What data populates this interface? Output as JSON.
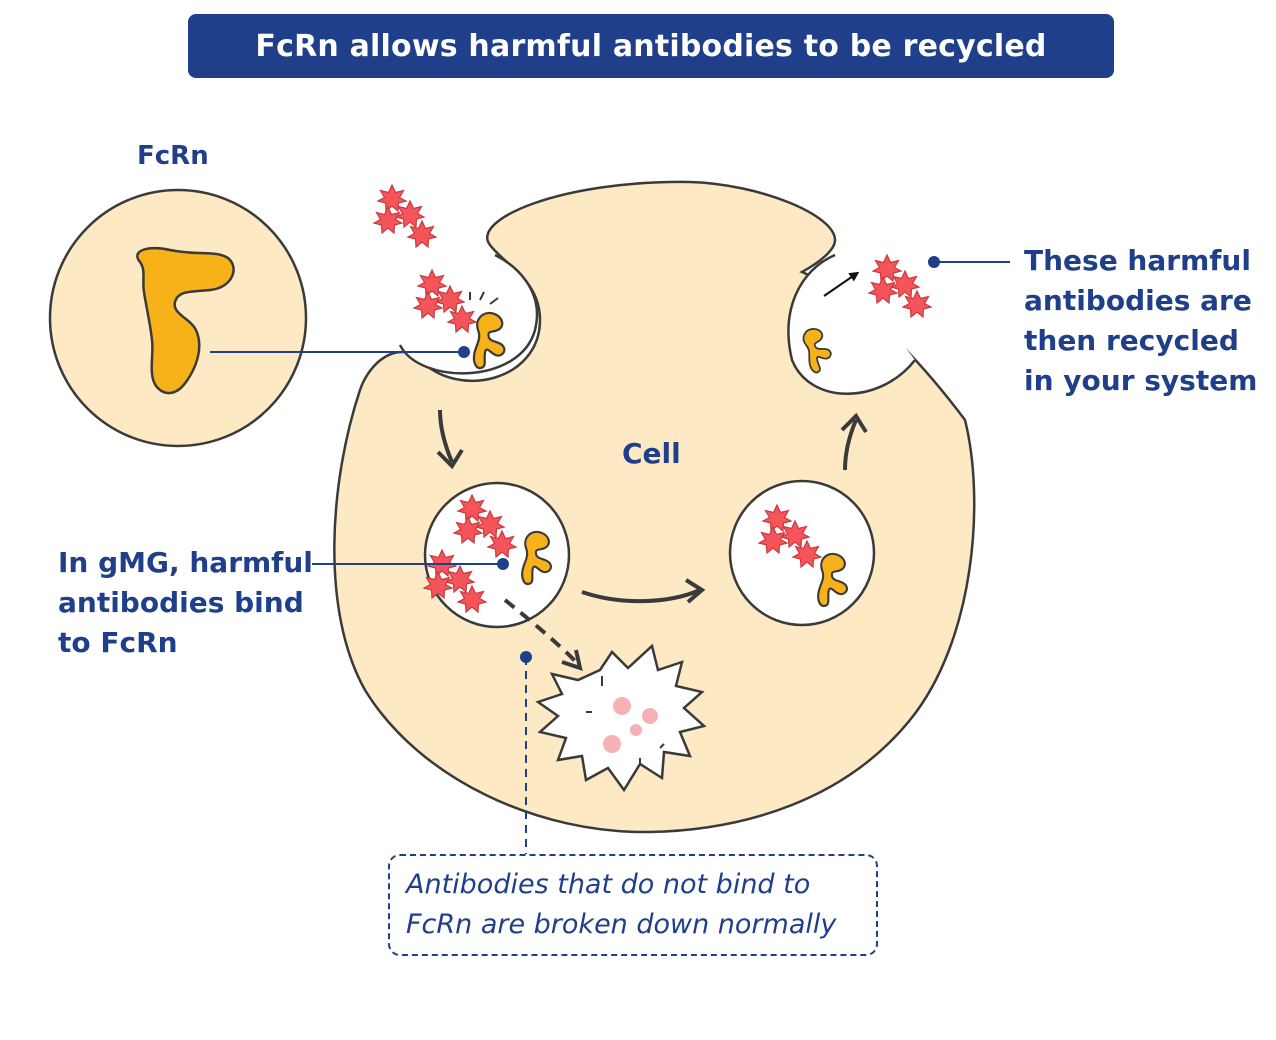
{
  "title": "FcRn allows harmful antibodies to be recycled",
  "labels": {
    "fcrn": "FcRn",
    "cell": "Cell"
  },
  "callouts": {
    "bind": [
      "In gMG, harmful",
      "antibodies bind",
      "to FcRn"
    ],
    "recycled": [
      "These harmful",
      "antibodies are",
      "then recycled",
      "in your system"
    ],
    "breakdown": [
      "Antibodies that do not bind to",
      "FcRn are broken down normally"
    ]
  },
  "colors": {
    "banner": "#1f3f8a",
    "text": "#1f3f8a",
    "cell_fill": "#fde9c4",
    "outline": "#3a3a3a",
    "fcrn_yellow": "#f7b21a",
    "antibody_red": "#f4545a"
  }
}
